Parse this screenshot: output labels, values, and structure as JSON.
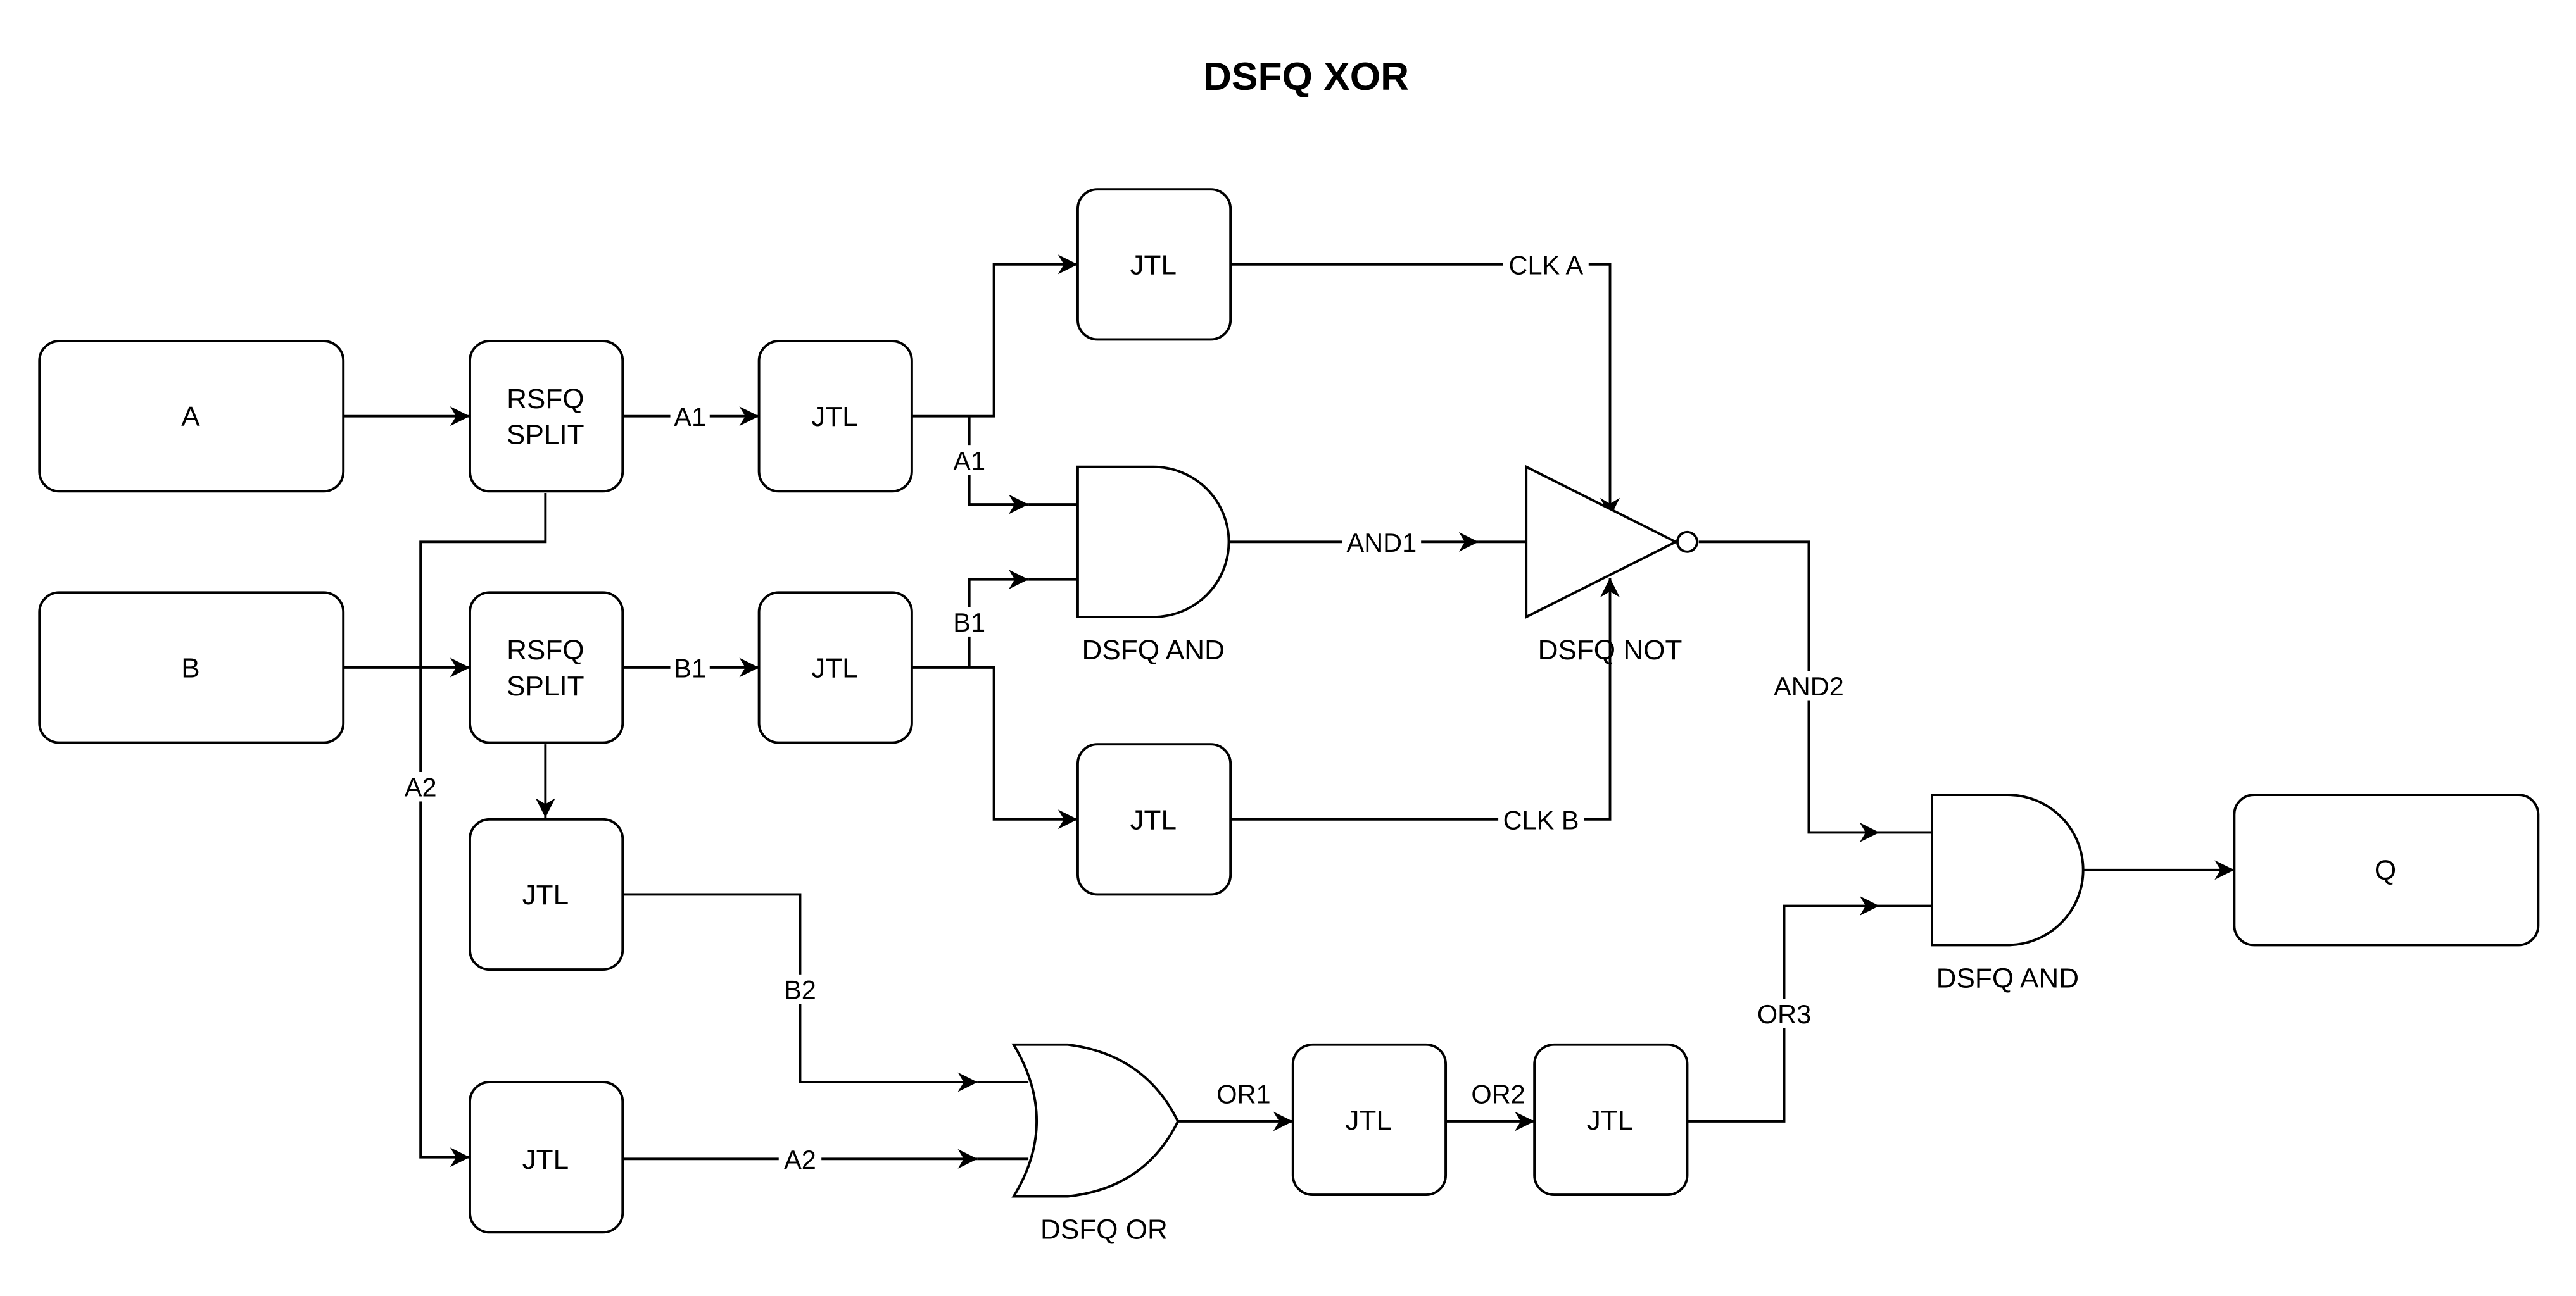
{
  "title": "DSFQ XOR",
  "blocks": {
    "input_a": "A",
    "input_b": "B",
    "split_a": [
      "RSFQ",
      "SPLIT"
    ],
    "split_b": [
      "RSFQ",
      "SPLIT"
    ],
    "jtl": "JTL",
    "output_q": "Q"
  },
  "gates": {
    "and_top": "DSFQ AND",
    "not": "DSFQ NOT",
    "and_out": "DSFQ AND",
    "or": "DSFQ OR"
  },
  "signals": {
    "a1_split": "A1",
    "a1_branch": "A1",
    "b1_split": "B1",
    "b1_branch": "B1",
    "a2_vertical": "A2",
    "a2_jtl": "A2",
    "b2": "B2",
    "clk_a": "CLK A",
    "clk_b": "CLK B",
    "and1": "AND1",
    "and2": "AND2",
    "or1": "OR1",
    "or2": "OR2",
    "or3": "OR3"
  }
}
